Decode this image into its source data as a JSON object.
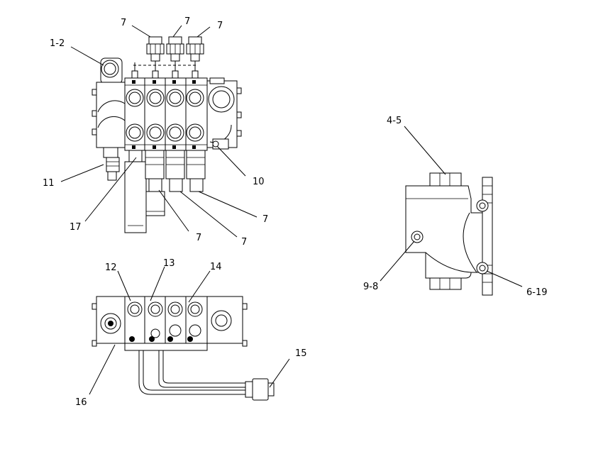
{
  "callouts": {
    "c_7a": "7",
    "c_7b": "7",
    "c_7c": "7",
    "c_1_2": "1-2",
    "c_11": "11",
    "c_17": "17",
    "c_10": "10",
    "c_7d": "7",
    "c_7e": "7",
    "c_7f": "7",
    "c_4_5": "4-5",
    "c_9_8": "9-8",
    "c_6_19": "6-19",
    "c_12": "12",
    "c_13": "13",
    "c_14": "14",
    "c_15": "15",
    "c_16": "16"
  }
}
